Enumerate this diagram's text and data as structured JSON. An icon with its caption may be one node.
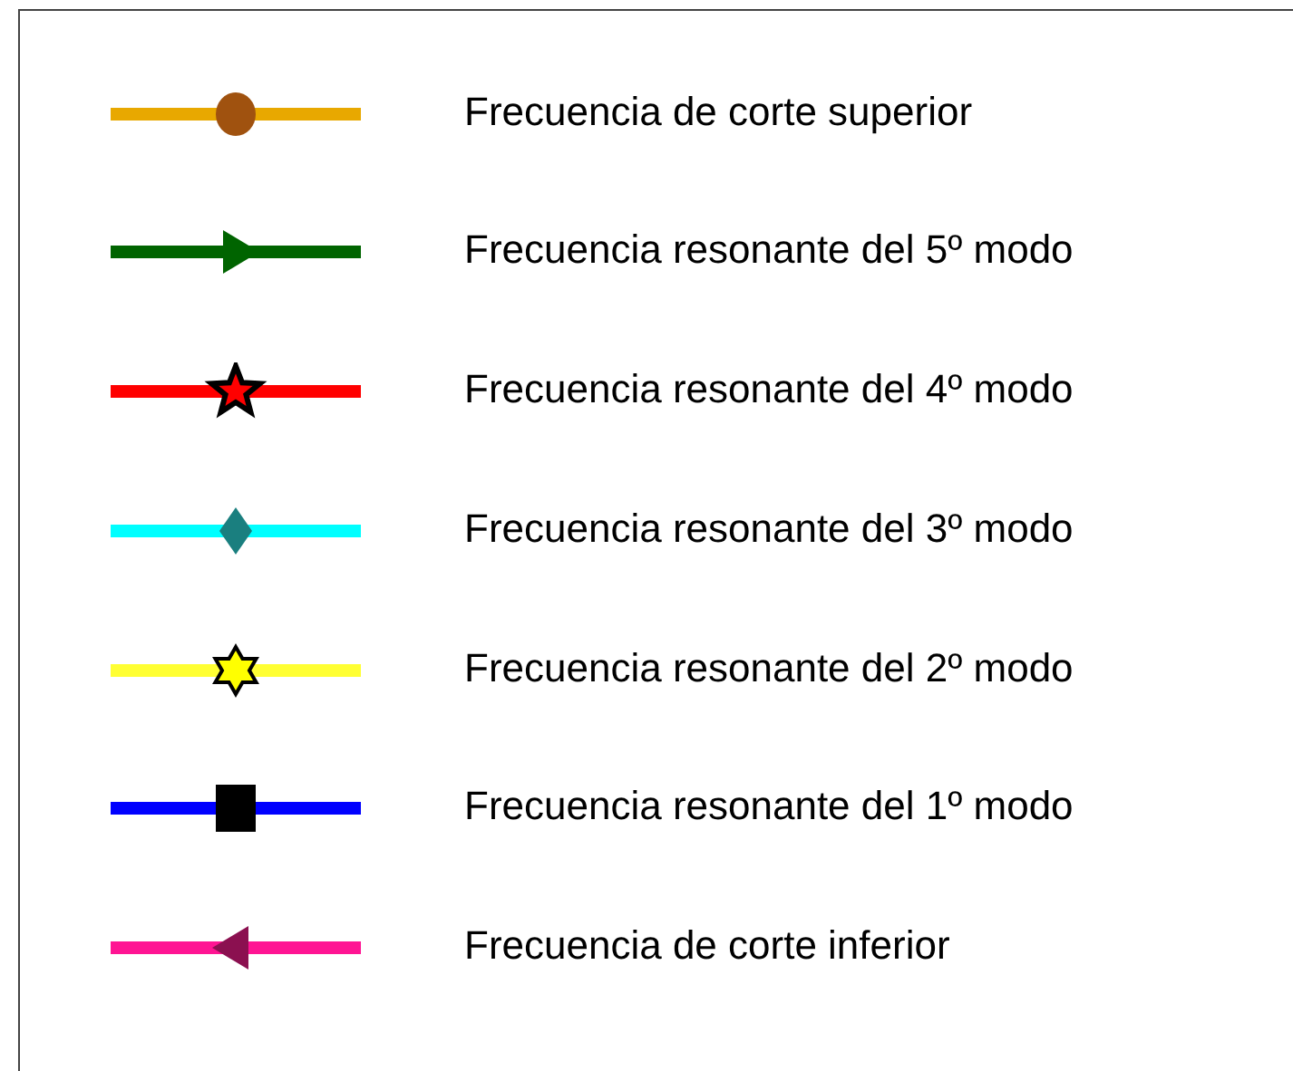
{
  "diagram": {
    "legend": [
      {
        "text": "Frecuencia de corte superior"
      },
      {
        "text": "Frecuencia resonante del 5º modo"
      },
      {
        "text": "Frecuencia resonante del 4º modo"
      },
      {
        "text": "Frecuencia resonante del 3º modo"
      },
      {
        "text": "Frecuencia resonante del 2º modo"
      },
      {
        "text": "Frecuencia resonante del 1º modo"
      },
      {
        "text": "Frecuencia de corte inferior"
      }
    ]
  }
}
